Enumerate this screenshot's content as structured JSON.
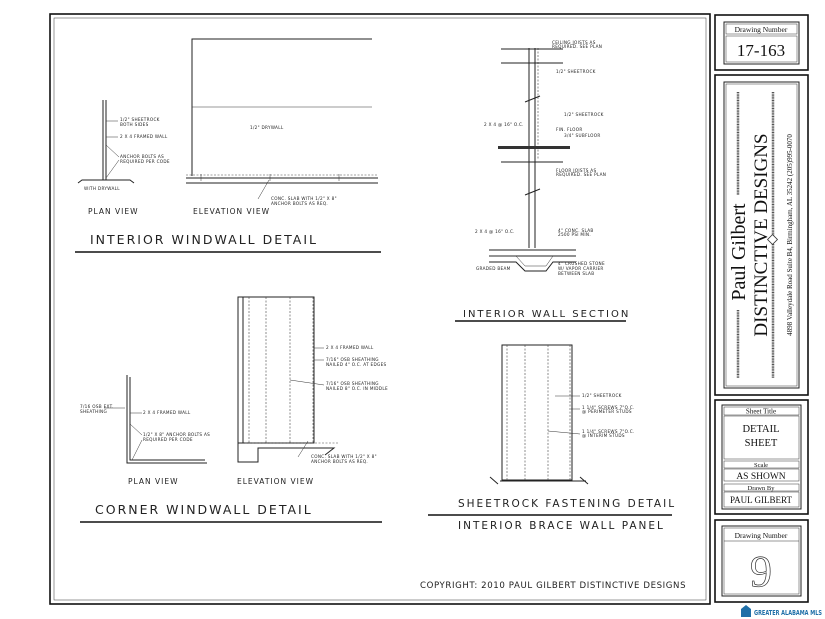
{
  "windwall": {
    "plan": {
      "sheetrock": "1/2\" SHEETROCK",
      "both_sides": "BOTH SIDES",
      "framed": "2 X 4 FRAMED WALL",
      "anchor1": "ANCHOR BOLTS AS",
      "anchor2": "REQUIRED PER CODE",
      "drywall": "WITH DRYWALL",
      "view": "PLAN VIEW"
    },
    "elev": {
      "drywall": "1/2\" DRYWALL",
      "slab1": "CONC. SLAB WITH 1/2\" X 8\"",
      "slab2": "ANCHOR BOLTS AS REQ.",
      "view": "ELEVATION VIEW"
    },
    "title": "INTERIOR WINDWALL DETAIL"
  },
  "section": {
    "ceiling1": "CEILING JOISTS AS",
    "ceiling2": "REQUIRED. SEE PLAN",
    "sheetrock_a": "1/2\" SHEETROCK",
    "sheetrock_b": "1/2\" SHEETROCK",
    "stud_a": "2 X 4 @ 16\" O.C.",
    "fin_floor": "FIN. FLOOR",
    "subfloor": "3/4\" SUBFLOOR",
    "floor1": "FLOOR JOISTS AS",
    "floor2": "REQUIRED. SEE PLAN",
    "stud_b": "2 X 4 @ 16\" O.C.",
    "slab1": "4\" CONC. SLAB",
    "slab2": "2500 PSI MIN.",
    "beam": "GRADED BEAM",
    "stone1": "4\" CRUSHED STONE",
    "stone2": "W/ VAPOR CARRIER",
    "stone3": "BETWEEN SLAB",
    "title": "INTERIOR WALL SECTION"
  },
  "corner": {
    "plan": {
      "osb1": "7/16 OSB EXT.",
      "osb2": "SHEATHING",
      "framed": "2 X 4 FRAMED WALL",
      "anchor1": "1/2\" X 8\" ANCHOR BOLTS AS",
      "anchor2": "REQUIRED PER CODE",
      "view": "PLAN VIEW"
    },
    "elev": {
      "framed": "2 X 4 FRAMED WALL",
      "osb_e1": "7/16\" OSB SHEATHING",
      "osb_e2": "NAILED 4\" O.C. AT EDGES",
      "osb_m1": "7/16\" OSB SHEATHING",
      "osb_m2": "NAILED 8\" O.C. IN MIDDLE",
      "slab1": "CONC. SLAB WITH 1/2\" X 8\"",
      "slab2": "ANCHOR BOLTS AS REQ.",
      "view": "ELEVATION VIEW"
    },
    "title": "CORNER WINDWALL DETAIL"
  },
  "fastening": {
    "sheetrock": "1/2\" SHEETROCK",
    "perim1": "1 1/4\" SCREWS 7\"O.C.",
    "perim2": "@ PERIMETER STUDS",
    "interim1": "1 1/4\" SCREWS 7\"O.C.",
    "interim2": "@ INTERIM STUDS",
    "title": "SHEETROCK FASTENING DETAIL",
    "subtitle": "INTERIOR BRACE WALL PANEL"
  },
  "copyright": "COPYRIGHT: 2010 PAUL GILBERT DISTINCTIVE DESIGNS",
  "titleblock": {
    "drawing_number_label": "Drawing Number",
    "drawing_number": "17-163",
    "firm_name": "Paul Gilbert",
    "firm_sub": "DISTINCTIVE DESIGNS",
    "address": "4898 Valleydale Road Suite B4, Birmingham, AL 35242  (205)995-0070",
    "sheet_title_label": "Sheet Title",
    "sheet_title_1": "DETAIL",
    "sheet_title_2": "SHEET",
    "scale_label": "Scale",
    "scale": "AS SHOWN",
    "drawn_by_label": "Drawn By",
    "drawn_by": "PAUL GILBERT",
    "sheet_number_label": "Drawing Number",
    "sheet_number": "9"
  },
  "watermark": "GREATER ALABAMA MLS",
  "colors": {
    "watermark": "#1f6fa8",
    "ink": "#222222"
  }
}
